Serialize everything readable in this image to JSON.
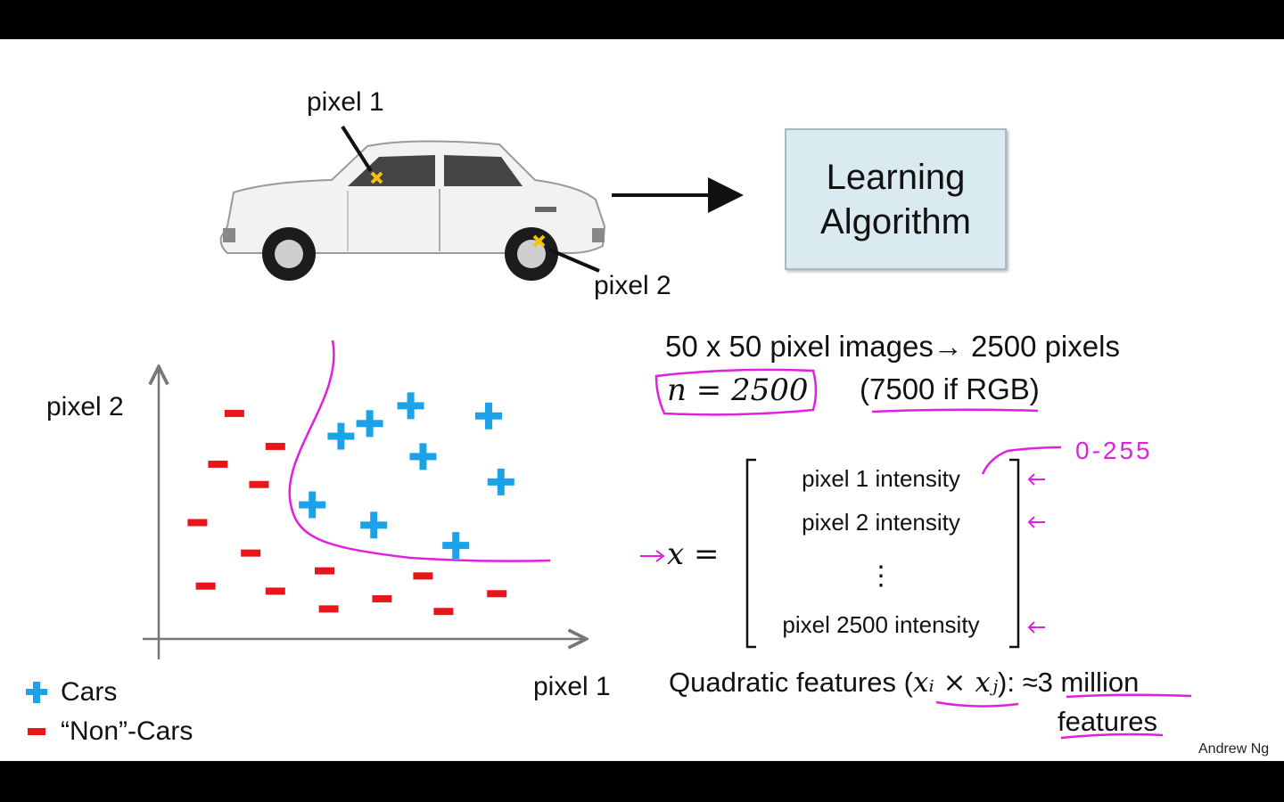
{
  "top": {
    "pixel1_label": "pixel 1",
    "pixel2_label": "pixel 2",
    "algorithm_box": {
      "line1": "Learning",
      "line2": "Algorithm"
    }
  },
  "chart": {
    "ylabel": "pixel 2",
    "xlabel": "pixel 1",
    "legend": [
      {
        "label": "Cars",
        "marker": "plus",
        "color": "#1aa3e8"
      },
      {
        "label": "“Non”-Cars",
        "marker": "minus",
        "color": "#e8151b"
      }
    ]
  },
  "chart_data": {
    "type": "scatter",
    "xlabel": "pixel 1",
    "ylabel": "pixel 2",
    "series": [
      {
        "name": "Cars",
        "marker": "plus",
        "color": "#1aa3e8",
        "points": [
          [
            6.1,
            8.9
          ],
          [
            5.1,
            8.2
          ],
          [
            8.0,
            8.5
          ],
          [
            4.4,
            7.7
          ],
          [
            6.4,
            6.9
          ],
          [
            8.3,
            5.9
          ],
          [
            3.7,
            5.0
          ],
          [
            5.2,
            4.2
          ],
          [
            7.2,
            3.4
          ]
        ]
      },
      {
        "name": "“Non”-Cars",
        "marker": "minus",
        "color": "#e8151b",
        "points": [
          [
            1.8,
            8.6
          ],
          [
            2.8,
            7.3
          ],
          [
            1.4,
            6.6
          ],
          [
            2.4,
            5.8
          ],
          [
            0.9,
            4.3
          ],
          [
            2.2,
            3.1
          ],
          [
            1.1,
            1.8
          ],
          [
            2.8,
            1.6
          ],
          [
            4.0,
            2.4
          ],
          [
            6.4,
            2.2
          ],
          [
            8.2,
            1.5
          ],
          [
            4.1,
            0.9
          ],
          [
            5.4,
            1.3
          ],
          [
            6.9,
            0.8
          ]
        ]
      }
    ],
    "decision_boundary_color": "#e020e0"
  },
  "right": {
    "line1": "50 x 50 pixel images→ 2500 pixels",
    "n_eq": "n = 2500",
    "rgb": "(7500 if RGB)",
    "range": "0-255",
    "x_eq": "x =",
    "vector": [
      "pixel 1 intensity",
      "pixel 2 intensity",
      "⋮",
      "pixel 2500 intensity"
    ],
    "quad_prefix": "Quadratic features (",
    "quad_math": "xᵢ × xⱼ",
    "quad_suffix": "): ≈3 million",
    "quad_line2": "features"
  },
  "footer": {
    "author": "Andrew Ng"
  }
}
